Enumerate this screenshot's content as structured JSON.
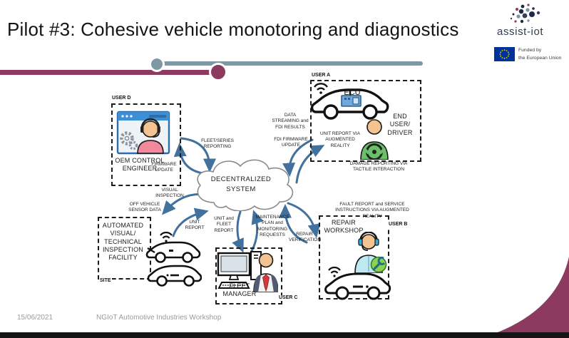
{
  "slide": {
    "title": "Pilot #3: Cohesive vehicle monotoring and diagnostics",
    "footer": {
      "date": "15/06/2021",
      "event": "NGIoT Automotive Industries Workshop"
    },
    "brand": {
      "name": "assist-iot",
      "eu_funding_line1": "Funded by",
      "eu_funding_line2": "the European Union"
    }
  },
  "colors": {
    "maroon": "#8D3A60",
    "slate": "#7E99A5",
    "arrow_blue": "#41719C",
    "eu_blue": "#003399",
    "star_yellow": "#FFCC00"
  },
  "diagram": {
    "cloud_label": "DECENTRALIZED SYSTEM",
    "actors": {
      "oem": {
        "tag": "USER D",
        "name": "OEM CONTROL ENGINEER"
      },
      "end_user": {
        "tag": "USER A",
        "name": "END USER/ DRIVER",
        "device": "ECU"
      },
      "facility": {
        "tag": "SITE",
        "name": "AUTOMATED VISUAL/ TECHNICAL INSPECTION FACILITY"
      },
      "fleet": {
        "tag": "USER C",
        "name": "FLEET MANAGER"
      },
      "workshop": {
        "tag": "USER B",
        "name": "REPAIR WORKSHOP"
      }
    },
    "flows": {
      "fleet_series": "FLEET/SERIES REPORTING",
      "firmware_update": "FIRMWARE UPDATE",
      "data_streaming": "DATA STREAMING and FDI RESULTS",
      "fdi_firmware": "FDI FIRMWARE UPDATE",
      "unit_report_ar": "UNIT REPORT VIA AUGMENTED REALITY",
      "damage_reporting": "DAMAGE REPORTING VIA TACTILE INTERACTION",
      "visual_inspection": "VISUAL INSPECTION",
      "off_vehicle_sensor": "OFF VEHICLE SENSOR DATA",
      "unit_report": "UNIT REPORT",
      "unit_fleet_report": "UNIT and FLEET REPORT",
      "maintenance_plan": "MAINTENANCE PLAN and MONITORING REQUESTS",
      "repair_verification": "REPAIR VERIFICATION",
      "fault_report": "FAULT REPORT and SERVICE INSTRUCTIONS VIA AUGMENTED REALITY"
    }
  }
}
